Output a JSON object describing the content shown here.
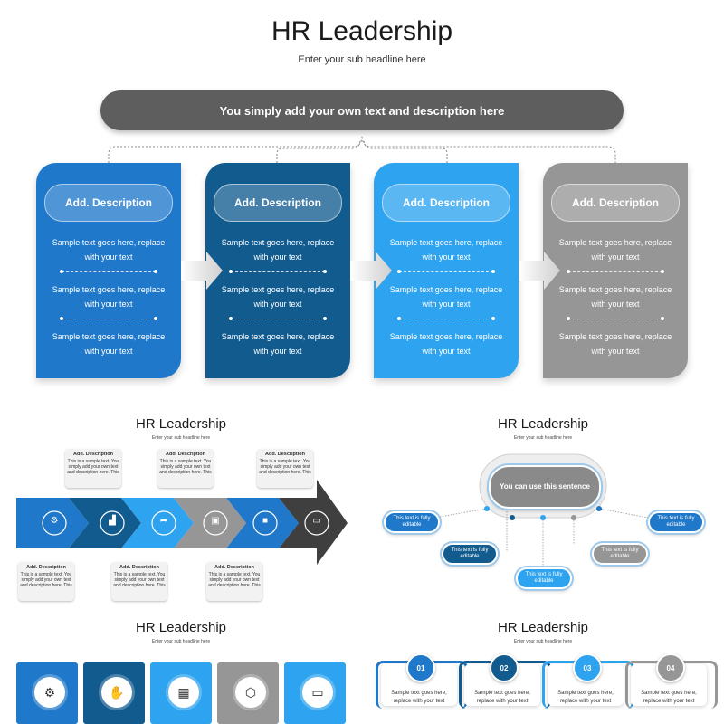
{
  "colors": {
    "blue1": "#1f78c9",
    "blue2": "#125b8f",
    "blue3": "#2ea3ef",
    "gray": "#969696",
    "banner": "#5e5e5e"
  },
  "header": {
    "title": "HR Leadership",
    "subtitle": "Enter your sub headline here"
  },
  "banner": {
    "text": "You simply add your own text and description here"
  },
  "cards": [
    {
      "pill": "Add. Description",
      "lines": [
        "Sample text goes here, replace with your text",
        "Sample text goes here, replace with your text",
        "Sample text goes here, replace with your text"
      ]
    },
    {
      "pill": "Add. Description",
      "lines": [
        "Sample text goes here, replace with your text",
        "Sample text goes here, replace with your text",
        "Sample text goes here, replace with your text"
      ]
    },
    {
      "pill": "Add. Description",
      "lines": [
        "Sample text goes here, replace with your text",
        "Sample text goes here, replace with your text",
        "Sample text goes here, replace with your text"
      ]
    },
    {
      "pill": "Add. Description",
      "lines": [
        "Sample text goes here, replace with your text",
        "Sample text goes here, replace with your text",
        "Sample text goes here, replace with your text"
      ]
    }
  ],
  "thumb1": {
    "title": "HR Leadership",
    "subtitle": "Enter your sub headline here",
    "box_title": "Add. Description",
    "box_text": "This is a sample text. You simply add your own text and description here. This",
    "icons": [
      "search-gear-icon",
      "growth-chart-icon",
      "share-arrow-icon",
      "document-gear-icon",
      "video-camera-icon",
      "monitor-icon"
    ]
  },
  "thumb2": {
    "title": "HR Leadership",
    "subtitle": "Enter your sub headline here",
    "center": "You can use this sentence",
    "pill_text": "This text is fully editable"
  },
  "thumb3": {
    "title": "HR Leadership",
    "subtitle": "Enter your sub headline here",
    "icons": [
      "gear-people-icon",
      "handshake-icon",
      "dashboard-icon",
      "hierarchy-icon",
      "presentation-icon"
    ]
  },
  "thumb4": {
    "title": "HR Leadership",
    "subtitle": "Enter your sub headline here",
    "steps": [
      {
        "num": "01",
        "text": "Sample text goes here, replace with your text"
      },
      {
        "num": "02",
        "text": "Sample text goes here, replace with your text"
      },
      {
        "num": "03",
        "text": "Sample text goes here, replace with your text"
      },
      {
        "num": "04",
        "text": "Sample text goes here, replace with your text"
      }
    ]
  }
}
